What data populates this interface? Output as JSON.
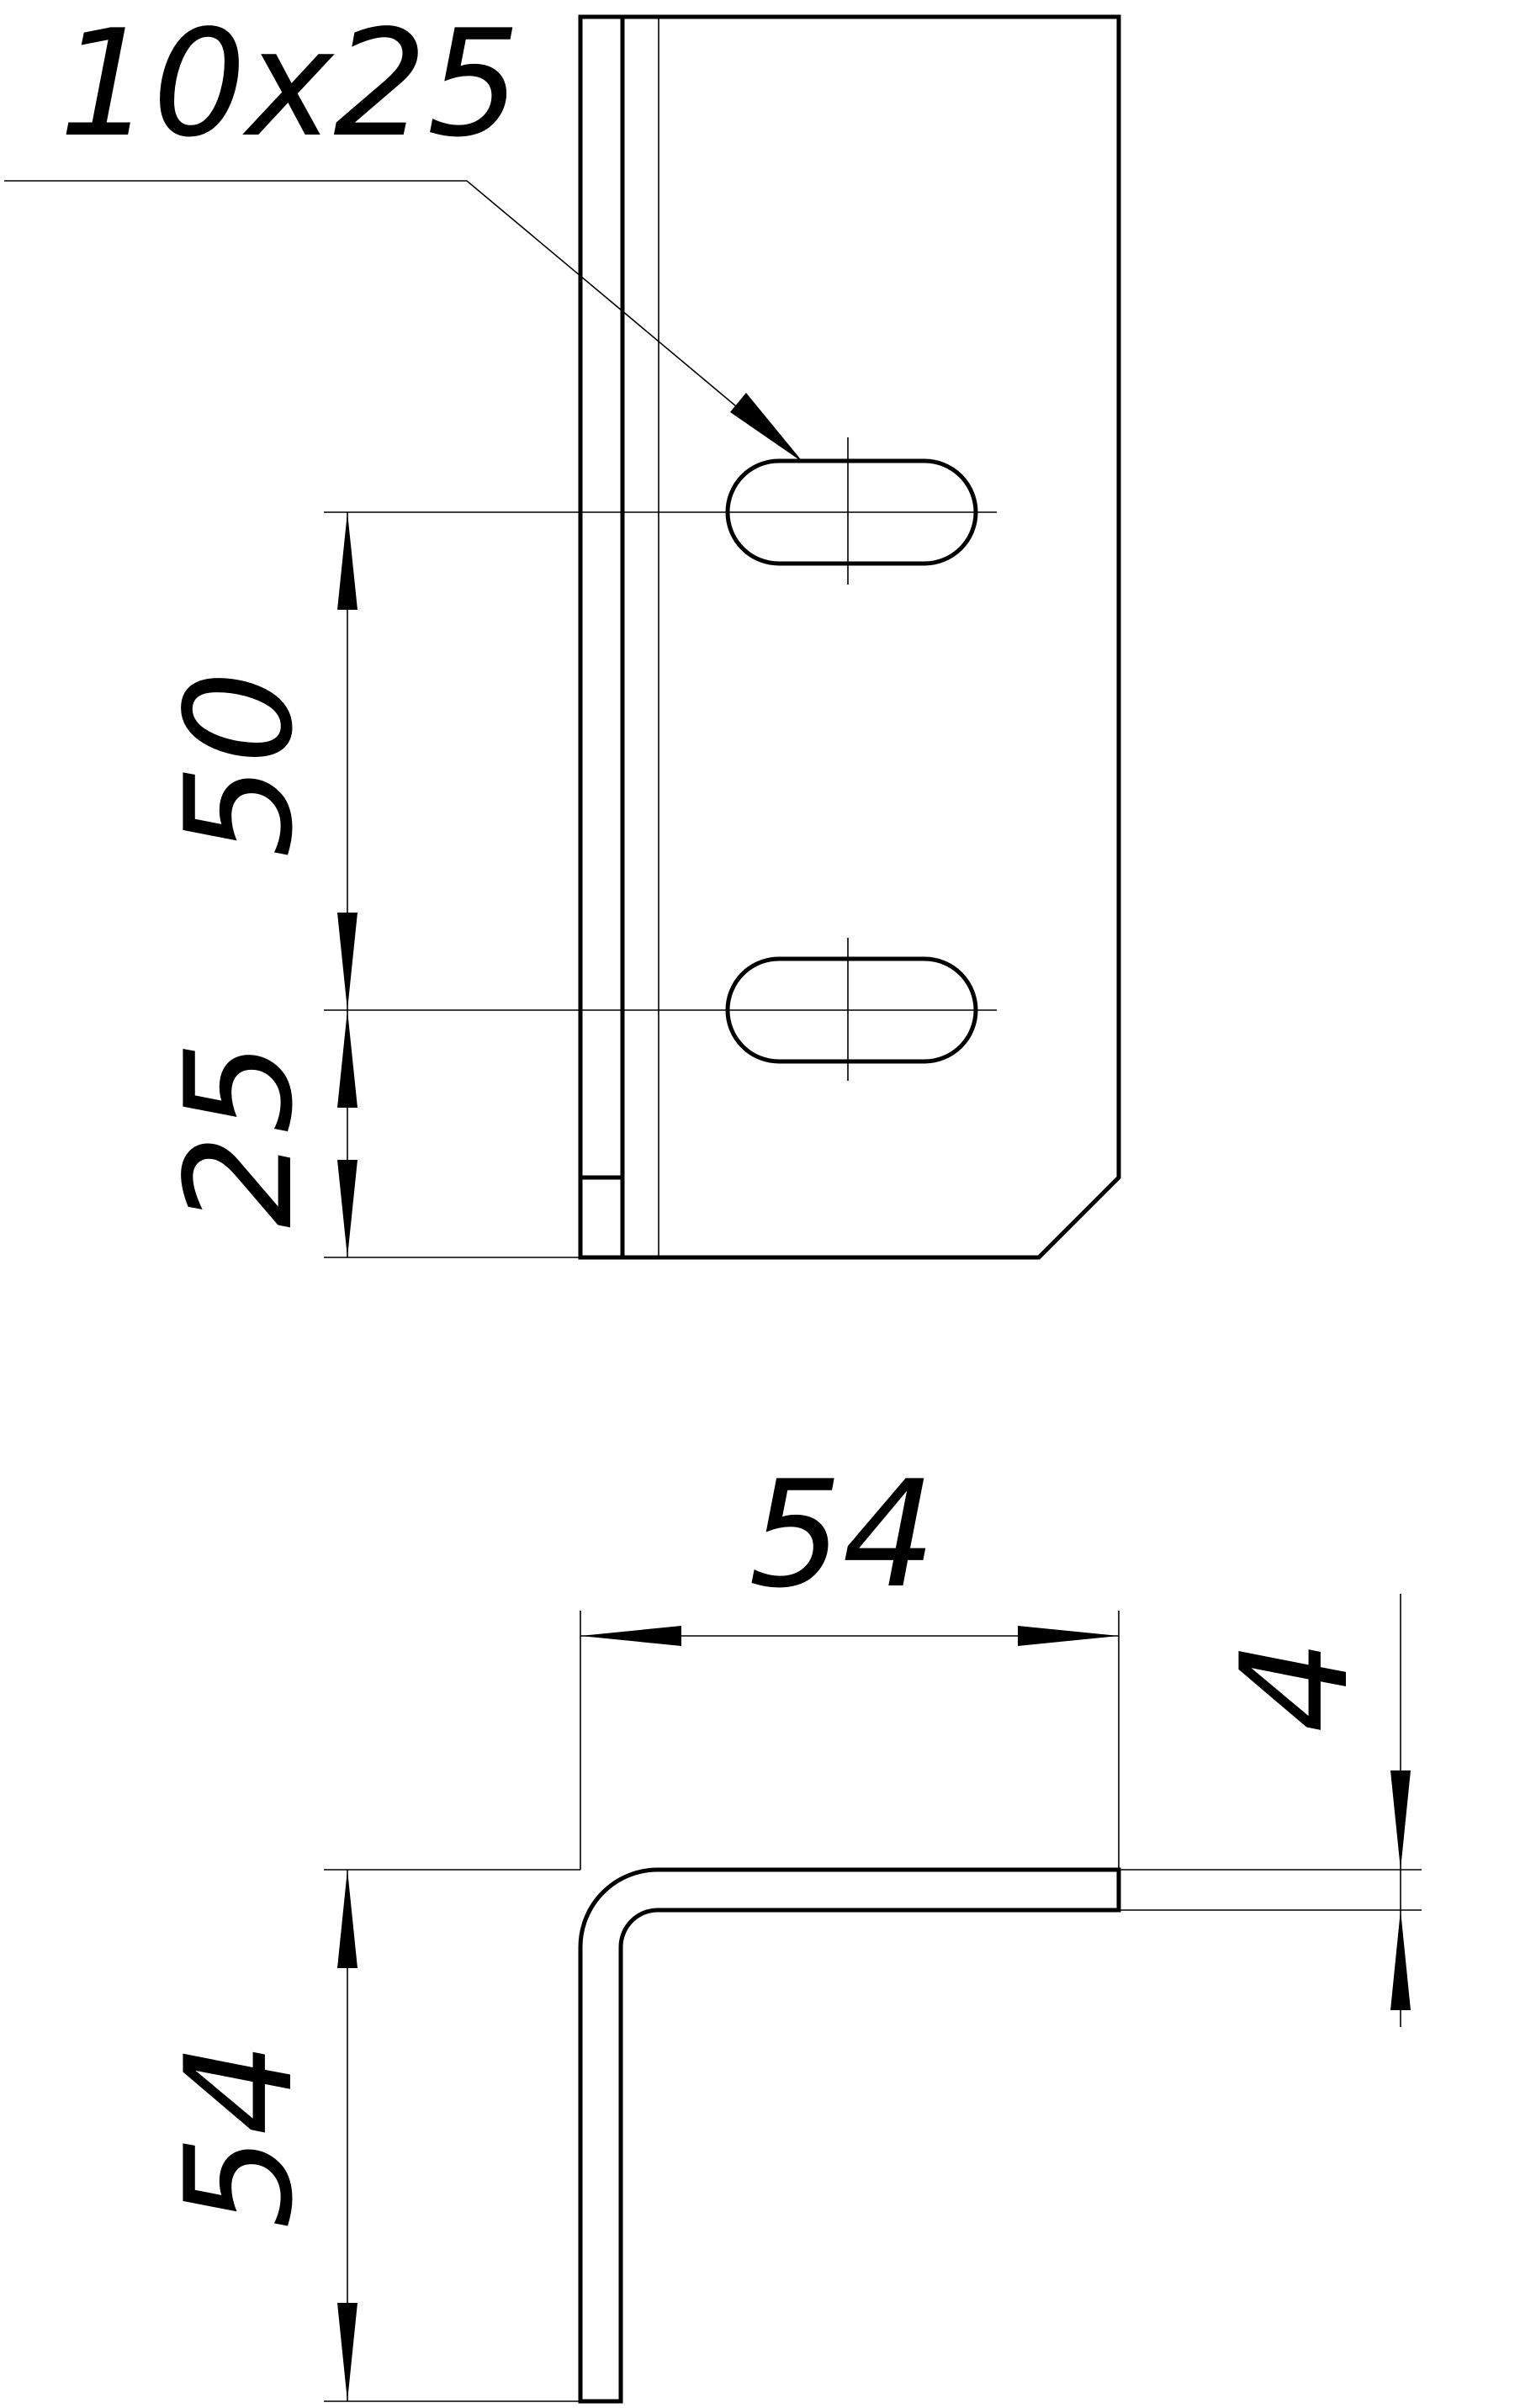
{
  "drawing": {
    "slot_callout": "10x25",
    "dim_slot_spacing": "50",
    "dim_edge_offset": "25",
    "dim_flange_width": "54",
    "dim_flange_height": "54",
    "dim_thickness": "4"
  },
  "colors": {
    "line": "#000000",
    "background": "#ffffff"
  }
}
